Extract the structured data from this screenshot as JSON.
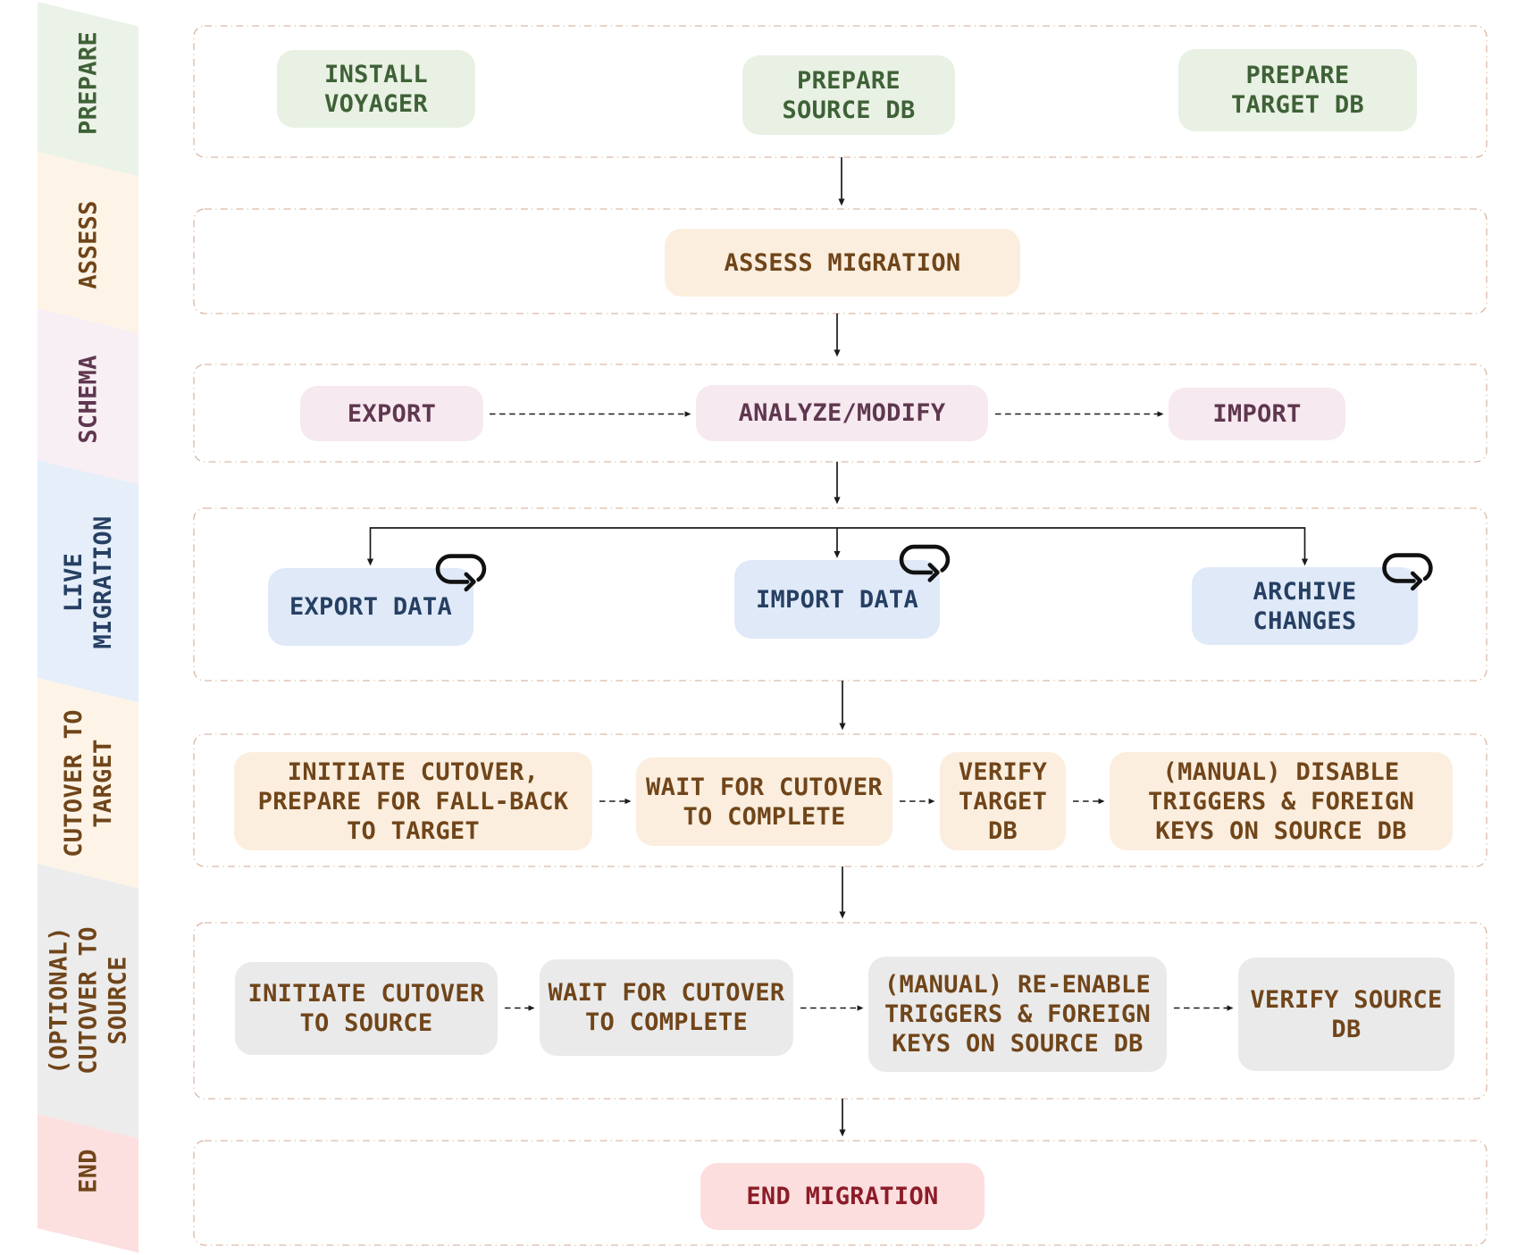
{
  "diagram": "database migration workflow flowchart",
  "palette": {
    "background": "#ffffff",
    "container_border": "#d2a892",
    "arrow_color": "#1b1b1b",
    "icon_color": "#111111",
    "green_fill": "#e8f1e3",
    "green_text": "#3f6137",
    "cream_fill": "#fbeede",
    "brown_text": "#70451a",
    "pink_fill": "#f6e9ef",
    "plum_text": "#5f374f",
    "blue_fill": "#dfe9f7",
    "navy_text": "#263f63",
    "gray_fill": "#eaeaea",
    "red_fill": "#fcdede",
    "red_text": "#8c1c28",
    "band_green": "#ebf2e7",
    "band_cream": "#fdf4e7",
    "band_pink": "#f8eff4",
    "band_blue": "#e5eef9",
    "band_gray": "#ececec",
    "band_red": "#fcdfdf"
  },
  "sidebar": {
    "sections": [
      {
        "label": "PREPARE"
      },
      {
        "label": "ASSESS"
      },
      {
        "label": "SCHEMA"
      },
      {
        "label": "LIVE\nMIGRATION"
      },
      {
        "label": "CUTOVER TO\nTARGET"
      },
      {
        "label": "(OPTIONAL)\nCUTOVER TO\nSOURCE"
      },
      {
        "label": "END"
      }
    ]
  },
  "rows": [
    {
      "name": "prepare",
      "boxes": [
        {
          "label": "INSTALL\nVOYAGER"
        },
        {
          "label": "PREPARE\nSOURCE DB"
        },
        {
          "label": "PREPARE\nTARGET DB"
        }
      ]
    },
    {
      "name": "assess",
      "boxes": [
        {
          "label": "ASSESS MIGRATION"
        }
      ]
    },
    {
      "name": "schema",
      "boxes": [
        {
          "label": "EXPORT"
        },
        {
          "label": "ANALYZE/MODIFY"
        },
        {
          "label": "IMPORT"
        }
      ]
    },
    {
      "name": "live-migration",
      "boxes": [
        {
          "label": "EXPORT DATA"
        },
        {
          "label": "IMPORT DATA"
        },
        {
          "label": "ARCHIVE\nCHANGES"
        }
      ]
    },
    {
      "name": "cutover-to-target",
      "boxes": [
        {
          "label": "INITIATE CUTOVER,\nPREPARE FOR FALL-BACK\nTO TARGET"
        },
        {
          "label": "WAIT FOR CUTOVER\nTO COMPLETE"
        },
        {
          "label": "VERIFY\nTARGET\nDB"
        },
        {
          "label": "(MANUAL) DISABLE\nTRIGGERS & FOREIGN\nKEYS ON SOURCE DB"
        }
      ]
    },
    {
      "name": "cutover-to-source",
      "boxes": [
        {
          "label": "INITIATE CUTOVER\nTO SOURCE"
        },
        {
          "label": "WAIT FOR CUTOVER\nTO COMPLETE"
        },
        {
          "label": "(MANUAL) RE-ENABLE\nTRIGGERS & FOREIGN\nKEYS ON SOURCE DB"
        },
        {
          "label": "VERIFY SOURCE\nDB"
        }
      ]
    },
    {
      "name": "end",
      "boxes": [
        {
          "label": "END MIGRATION"
        }
      ]
    }
  ]
}
